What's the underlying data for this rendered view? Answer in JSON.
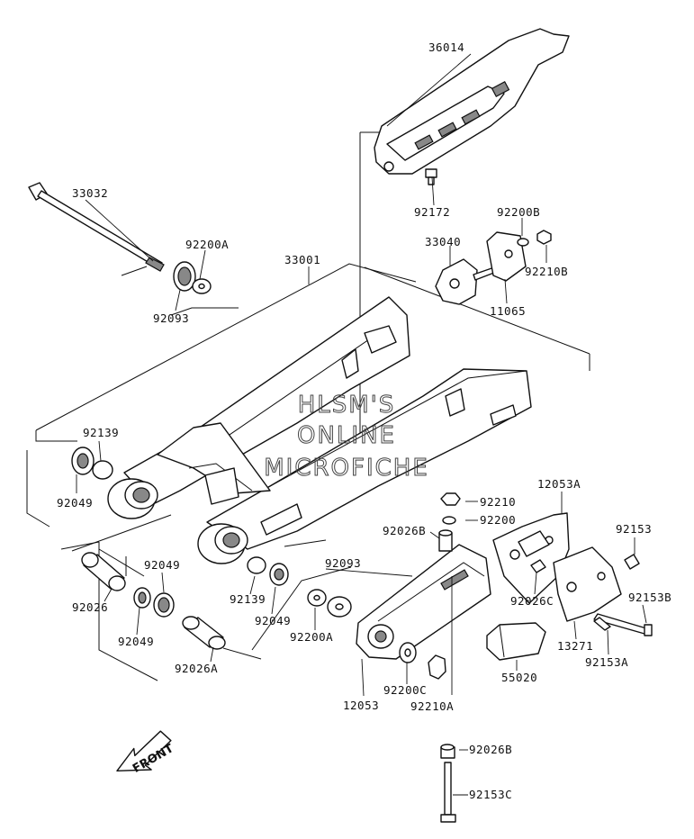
{
  "watermark": {
    "line1": "HLSM'S",
    "line2": "ONLINE",
    "line3": "MICROFICHE"
  },
  "direction_label": "FRONT",
  "part_labels": {
    "p36014": "36014",
    "p92172": "92172",
    "p33032": "33032",
    "p92200A_top": "92200A",
    "p92093_top": "92093",
    "p33001": "33001",
    "p33040": "33040",
    "p92200B": "92200B",
    "p92210B": "92210B",
    "p11065": "11065",
    "p92139_l": "92139",
    "p92049_l": "92049",
    "p92210": "92210",
    "p92200": "92200",
    "p12053A": "12053A",
    "p92026B_mid": "92026B",
    "p92153": "92153",
    "p92093_mid": "92093",
    "p92049_mid": "92049",
    "p92026": "92026",
    "p92139_mid": "92139",
    "p92049_m2": "92049",
    "p92026C": "92026C",
    "p92153B": "92153B",
    "p92049_low": "92049",
    "p92200A_low": "92200A",
    "p13271": "13271",
    "p92153A": "92153A",
    "p92026A": "92026A",
    "p55020": "55020",
    "p12053": "12053",
    "p92200C": "92200C",
    "p92210A": "92210A",
    "p92026B_low": "92026B",
    "p92153C": "92153C"
  }
}
